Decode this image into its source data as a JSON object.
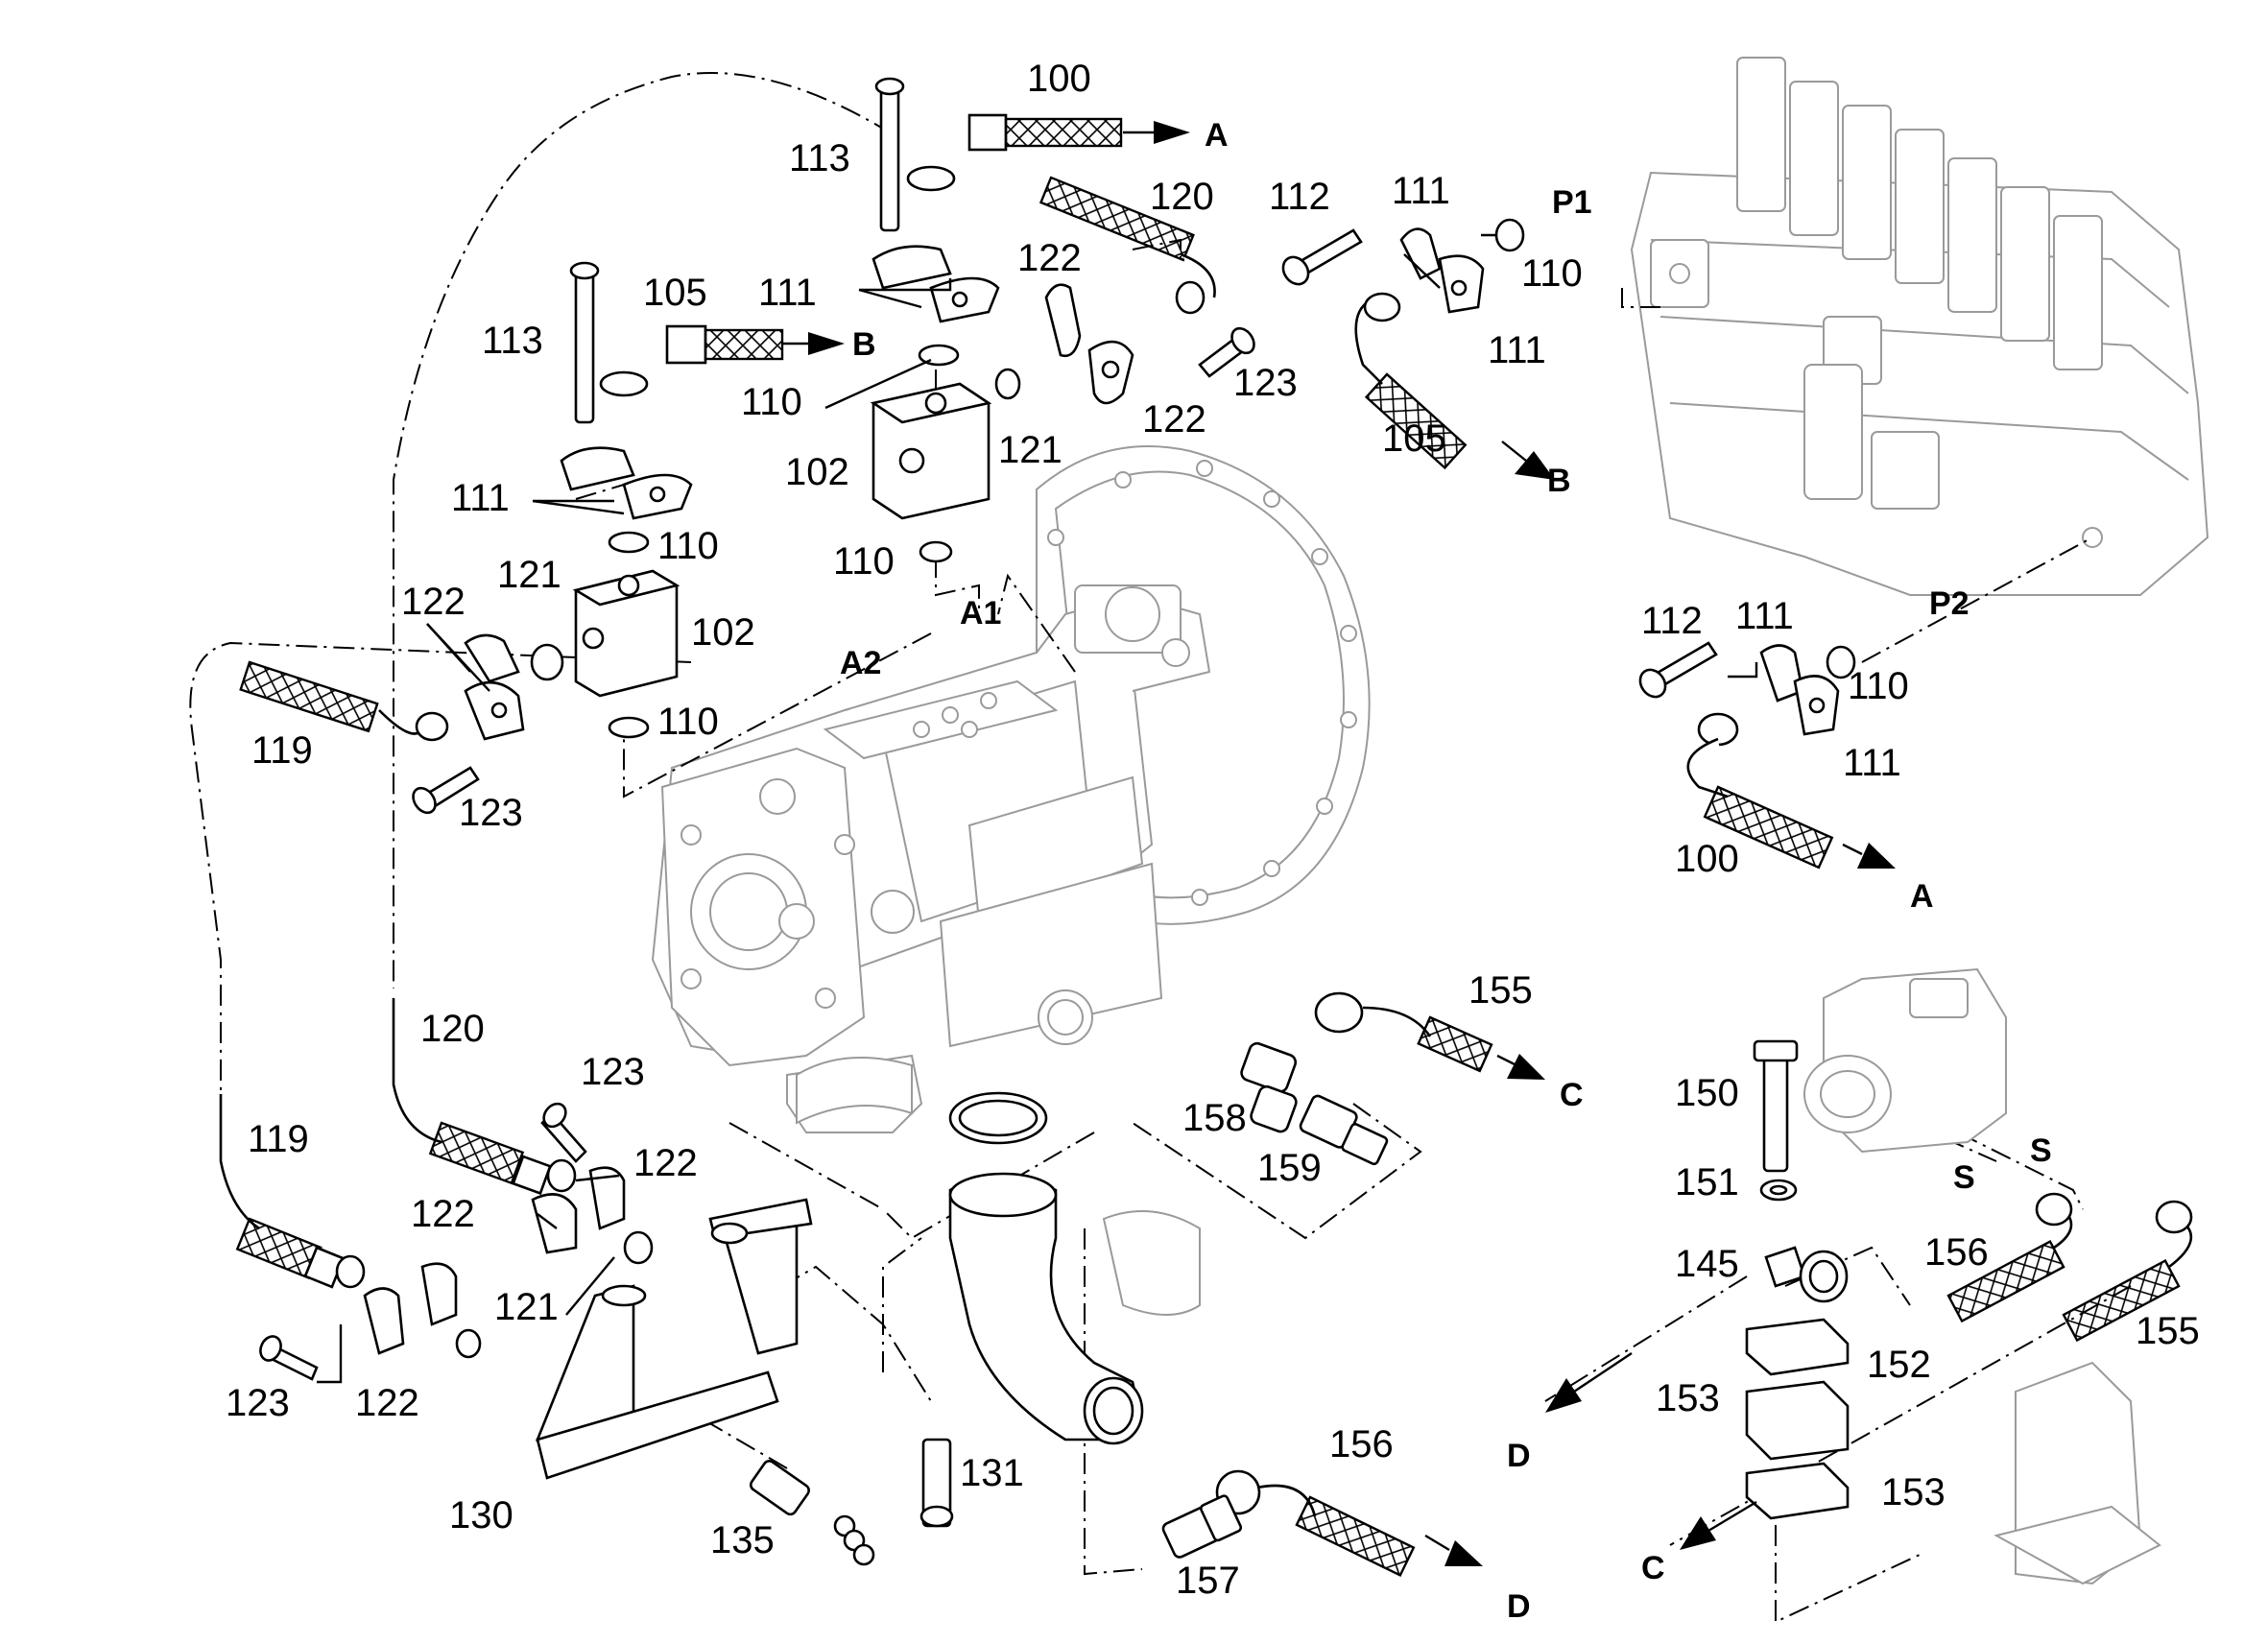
{
  "figure": {
    "part_labels": {
      "l100a": "100",
      "l113a": "113",
      "l120a": "120",
      "l112a": "112",
      "l111a": "111",
      "l111b": "111",
      "l111c": "111",
      "l110a": "110",
      "l110b": "110",
      "l110c": "110",
      "l110d": "110",
      "l110e": "110",
      "l110f": "110",
      "l105a": "105",
      "l105b": "105",
      "l113b": "113",
      "l122a": "122",
      "l122b": "122",
      "l123a": "123",
      "l102a": "102",
      "l121a": "121",
      "l111d": "111",
      "l121b": "121",
      "l102b": "102",
      "l122c": "122",
      "l119a": "119",
      "l123b": "123",
      "l112b": "112",
      "l111e": "111",
      "l111f": "111",
      "l100b": "100",
      "l155a": "155",
      "l120b": "120",
      "l123c": "123",
      "l158": "158",
      "l159": "159",
      "l119b": "119",
      "l122d": "122",
      "l122e": "122",
      "l121c": "121",
      "l123d": "123",
      "l122f": "122",
      "l150": "150",
      "l151": "151",
      "l145": "145",
      "l156a": "156",
      "l155b": "155",
      "l152": "152",
      "l153a": "153",
      "l153b": "153",
      "l131": "131",
      "l130": "130",
      "l135": "135",
      "l156b": "156",
      "l157": "157"
    },
    "connection_labels": {
      "cA1": "A",
      "cB1": "B",
      "cB2": "B",
      "cA2": "A",
      "cC1": "C",
      "cD1": "D",
      "cC2": "C",
      "cD2": "D",
      "cP1": "P1",
      "cP2": "P2",
      "cA1port": "A1",
      "cA2port": "A2",
      "cS1": "S",
      "cS2": "S"
    }
  }
}
